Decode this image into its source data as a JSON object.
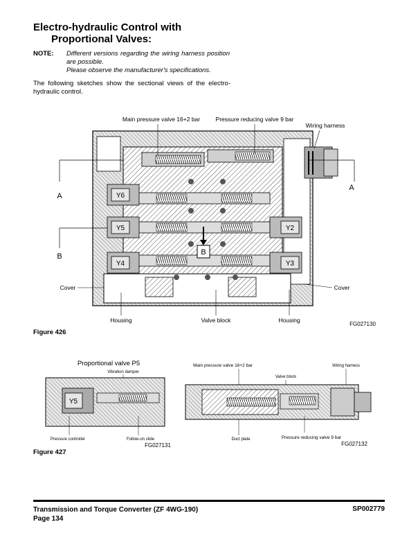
{
  "header": {
    "title_line1": "Electro-hydraulic Control with",
    "title_line2": "Proportional Valves:"
  },
  "note": {
    "label": "NOTE:",
    "line1": "Different versions regarding the wiring harness position are possible.",
    "line2": "Please observe the manufacturer's specifications."
  },
  "intro_text": "The following sketches show the sectional views of the electro-hydraulic control.",
  "figure426": {
    "label": "Figure 426",
    "code": "FG027130",
    "labels": {
      "main_pressure": "Main pressure valve 16+2 bar",
      "pressure_reducing": "Pressure reducing valve 9 bar",
      "wiring_harness": "Wiring harness",
      "a_left": "A",
      "a_right": "A",
      "b_left": "B",
      "b_center": "B",
      "y6": "Y6",
      "y5": "Y5",
      "y4": "Y4",
      "y2": "Y2",
      "y3": "Y3",
      "cover_left": "Cover",
      "cover_right": "Cover",
      "housing_left": "Housing",
      "valve_block": "Valve block",
      "housing_right": "Housing"
    }
  },
  "figure427": {
    "label": "Figure 427",
    "left": {
      "title": "Proportional valve P5",
      "vibration_damper": "Vibration damper",
      "y5": "Y5",
      "pressure_controller": "Pressure controller",
      "follow_on_slide": "Follow-on slide",
      "code": "FG027131"
    },
    "right": {
      "main_pressure": "Main pressure valve 16+2 bar",
      "wiring_harness": "Wiring harness",
      "valve_block": "Valve block",
      "duct_plate": "Duct plate",
      "pressure_reducing": "Pressure reducing valve 9 bar",
      "code": "FG027132"
    }
  },
  "footer": {
    "doc_title": "Transmission and Torque Converter (ZF 4WG-190)",
    "page": "Page 134",
    "doc_id": "SP002779"
  }
}
